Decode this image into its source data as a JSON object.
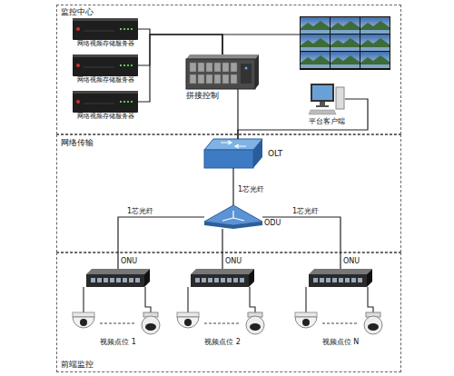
{
  "diagram": {
    "nodes": [
      {
        "text": [
          "监控中心"
        ]
      },
      {
        "text": [
          "网络视频存储服务器"
        ],
        "in": 0
      },
      {
        "text": [
          "网络视频存储服务器"
        ],
        "in": 0
      },
      {
        "text": [
          "网络视频存储服务器"
        ],
        "in": 0
      },
      {
        "text": [
          "拼接控制"
        ],
        "in": 0
      },
      {
        "text": [
          "平台客户端"
        ],
        "in": 0
      },
      {
        "text": [
          "网络传输"
        ]
      },
      {
        "text": [
          "OLT"
        ],
        "in": 6
      },
      {
        "text": [
          "ODU"
        ],
        "in": 6
      },
      {
        "text": [
          "前端监控"
        ]
      },
      {
        "text": [
          "ONU"
        ],
        "in": 9
      },
      {
        "text": [
          "ONU"
        ],
        "in": 9
      },
      {
        "text": [
          "ONU"
        ],
        "in": 9
      }
    ],
    "edges": [
      {
        "from": 1,
        "to": 4,
        "arrow": "none"
      },
      {
        "from": 2,
        "to": 4,
        "arrow": "none"
      },
      {
        "from": 3,
        "to": 4,
        "arrow": "none"
      },
      {
        "from": 4,
        "to": 7,
        "arrow": "none"
      },
      {
        "from": 5,
        "to": 7,
        "arrow": "none"
      },
      {
        "from": 7,
        "to": 8,
        "label": "1芯光纤",
        "arrow": "none"
      },
      {
        "from": 8,
        "to": 10,
        "label": "1芯光纤",
        "arrow": "none"
      },
      {
        "from": 8,
        "to": 11,
        "arrow": "none"
      },
      {
        "from": 8,
        "to": 12,
        "label": "1芯光纤",
        "arrow": "none"
      }
    ],
    "labels": [
      "视频点位 1",
      "视频点位 2",
      "视频点位 N"
    ]
  }
}
